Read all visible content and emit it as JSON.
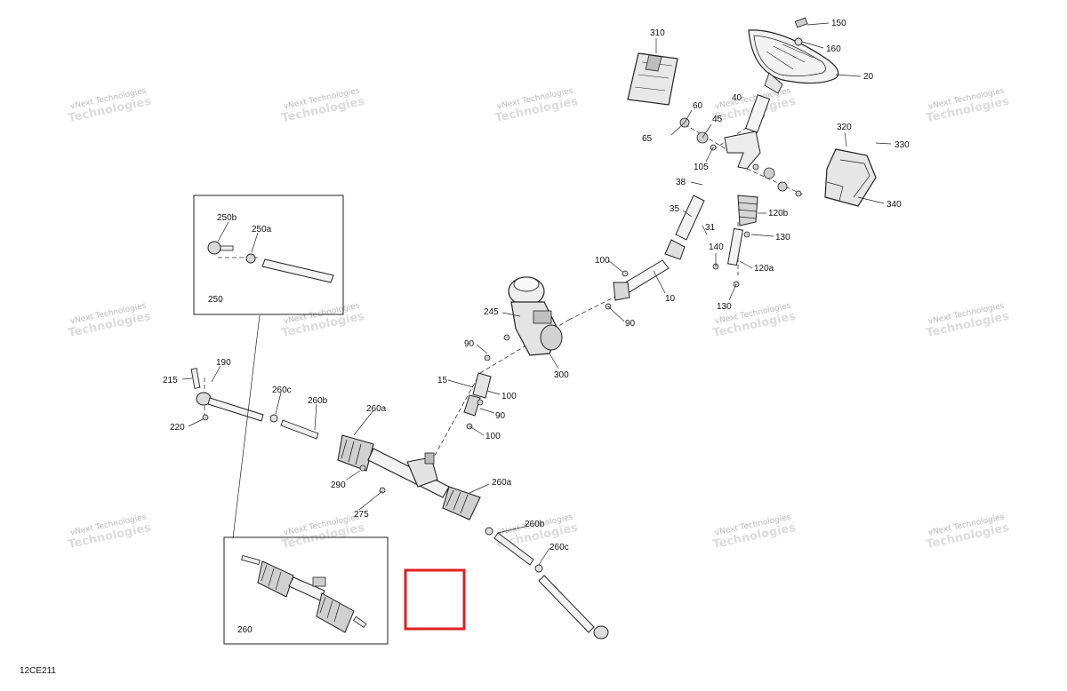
{
  "diagram_code": "12CE211",
  "watermark": {
    "line1": "vNext Technologies",
    "line2": "Technologies"
  },
  "callouts": {
    "c150": "150",
    "c160": "160",
    "c20": "20",
    "c310": "310",
    "c40": "40",
    "c60": "60",
    "c45": "45",
    "c65": "65",
    "c105": "105",
    "c320": "320",
    "c330": "330",
    "c340": "340",
    "c38": "38",
    "c35": "35",
    "c31": "31",
    "c120b": "120b",
    "c130a": "130",
    "c140": "140",
    "c120a": "120a",
    "c130b": "130",
    "c100a": "100",
    "c10": "10",
    "c90a": "90",
    "c245": "245",
    "c300": "300",
    "c90b": "90",
    "c15": "15",
    "c100b": "100",
    "c90c": "90",
    "c100c": "100",
    "c250b": "250b",
    "c250a": "250a",
    "c250": "250",
    "c215": "215",
    "c190": "190",
    "c260c_l": "260c",
    "c260b_l": "260b",
    "c260a_u": "260a",
    "c220": "220",
    "c290": "290",
    "c275": "275",
    "c260a_r": "260a",
    "c260b_r": "260b",
    "c260c_r": "260c",
    "c260": "260"
  },
  "highlight_color": "#e02020",
  "line_color": "#222222"
}
